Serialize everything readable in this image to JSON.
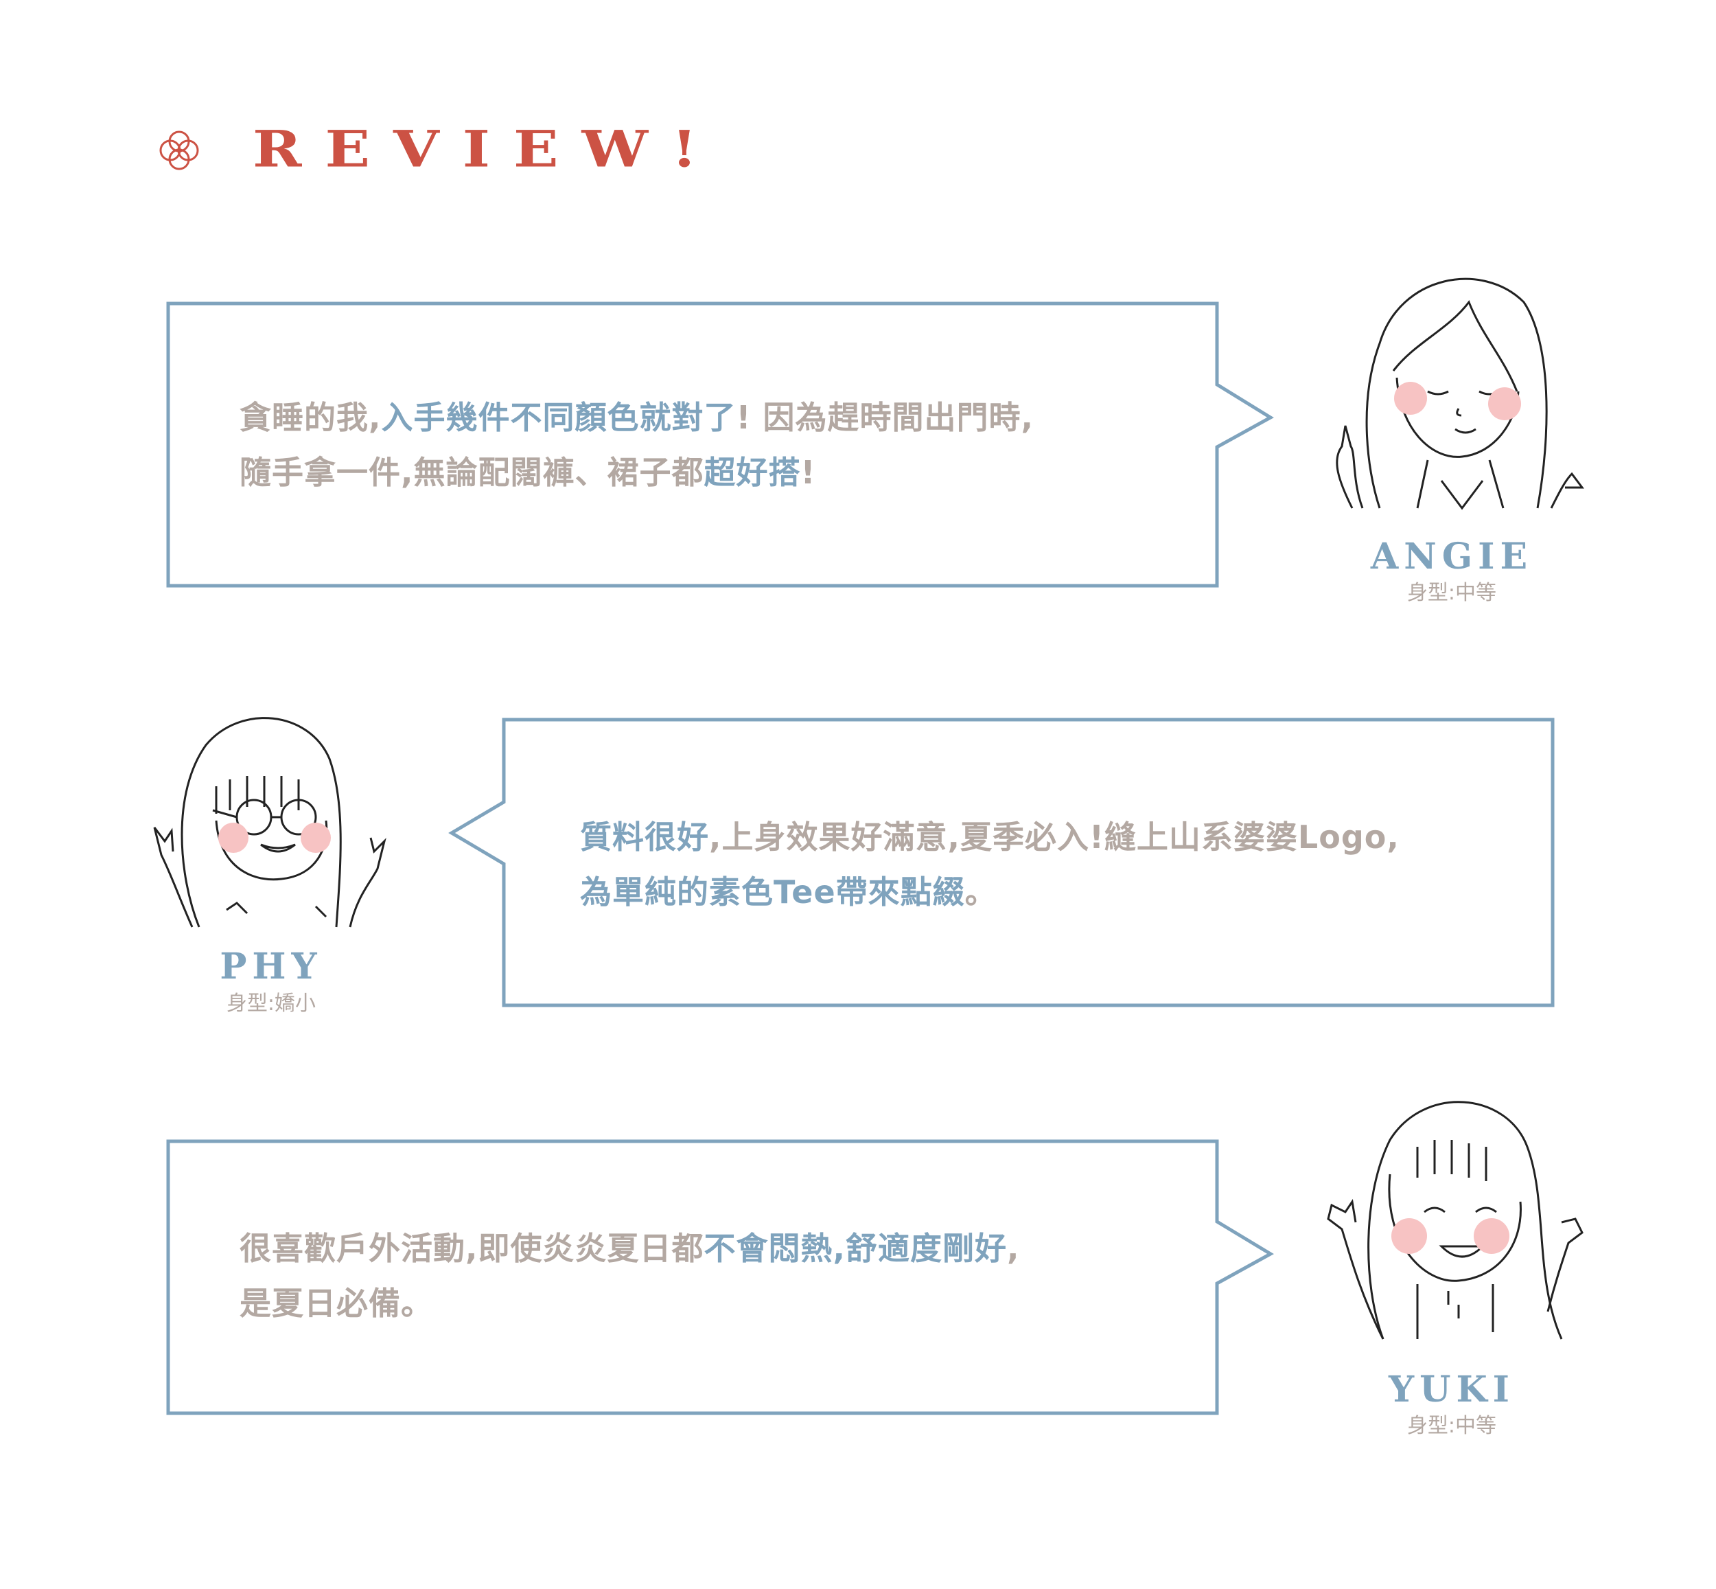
{
  "header": {
    "title": "REVIEW!",
    "icon": "knot-icon"
  },
  "colors": {
    "accent": "#cc5244",
    "blue": "#7fa3bd",
    "gray": "#b3a8a2",
    "cheek": "#f7c3c3"
  },
  "reviews": [
    {
      "name": "ANGIE",
      "body_type": "身型:中等",
      "lines": [
        [
          {
            "t": "貪睡的我,",
            "c": "g"
          },
          {
            "t": "入手幾件不同顏色就對了",
            "c": "b"
          },
          {
            "t": "! 因為趕時間出門時,",
            "c": "g"
          }
        ],
        [
          {
            "t": "隨手拿一件,無論配闊褲、裙子都",
            "c": "g"
          },
          {
            "t": "超好搭",
            "c": "b"
          },
          {
            "t": "!",
            "c": "g"
          }
        ]
      ]
    },
    {
      "name": "PHY",
      "body_type": "身型:嬌小",
      "lines": [
        [
          {
            "t": "質料很好",
            "c": "b"
          },
          {
            "t": ",上身效果好滿意,夏季必入!縫上山系婆婆Logo,",
            "c": "g"
          }
        ],
        [
          {
            "t": "為單純的素色Tee帶來點綴",
            "c": "b"
          },
          {
            "t": "。",
            "c": "g"
          }
        ]
      ]
    },
    {
      "name": "YUKI",
      "body_type": "身型:中等",
      "lines": [
        [
          {
            "t": "很喜歡戶外活動,即使炎炎夏日都",
            "c": "g"
          },
          {
            "t": "不會悶熱,舒適度剛好",
            "c": "b"
          },
          {
            "t": ",",
            "c": "g"
          }
        ],
        [
          {
            "t": "是夏日必備。",
            "c": "g"
          }
        ]
      ]
    }
  ]
}
